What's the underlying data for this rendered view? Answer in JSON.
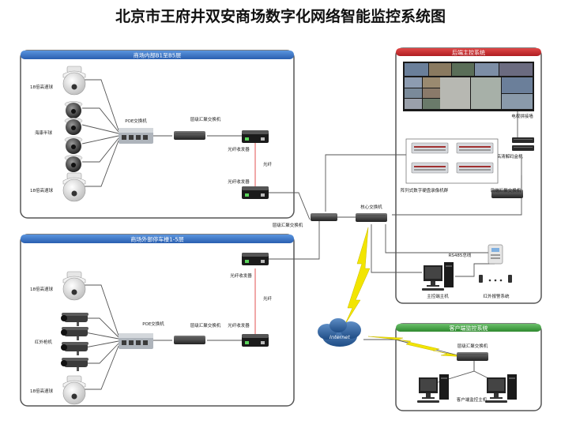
{
  "title": "北京市王府井双安商场数字化网络智能监控系统图",
  "panels": {
    "mall_b1_b5": {
      "header": "商场内部B1至B5层"
    },
    "parking": {
      "header": "商场外部停车楼1-5层"
    },
    "backend": {
      "header": "后端主控系统"
    },
    "client": {
      "header": "客户端监控系统"
    }
  },
  "labels": {
    "speed_dome_18x": "18倍高速球",
    "hemisphere": "海康半球",
    "infrared_gun": "红外枪机",
    "poe_switch": "POE交换机",
    "floor_switch": "层级汇聚交换机",
    "fiber_transceiver": "光纤收发器",
    "fiber": "光纤",
    "core_switch": "核心交换机",
    "tv_wall": "电视拼接墙",
    "hd_decoder": "高清解码盒机",
    "disk_array": "阵列式数字硬盘录像机群",
    "backend_agg_switch": "后端汇聚交换机",
    "rs485_bus": "RS485总线",
    "main_host": "主控端主机",
    "ir_alarm": "红外报警系统",
    "internet": "Internet",
    "client_host": "客户端监控主机"
  },
  "colors": {
    "panel_header_blue": "#2f6fc4",
    "panel_header_red": "#c8252b",
    "panel_header_green": "#3e9a3e",
    "panel_border": "#555555",
    "fiber_line": "#e05050",
    "wireless_bolt": "#f2e500"
  }
}
